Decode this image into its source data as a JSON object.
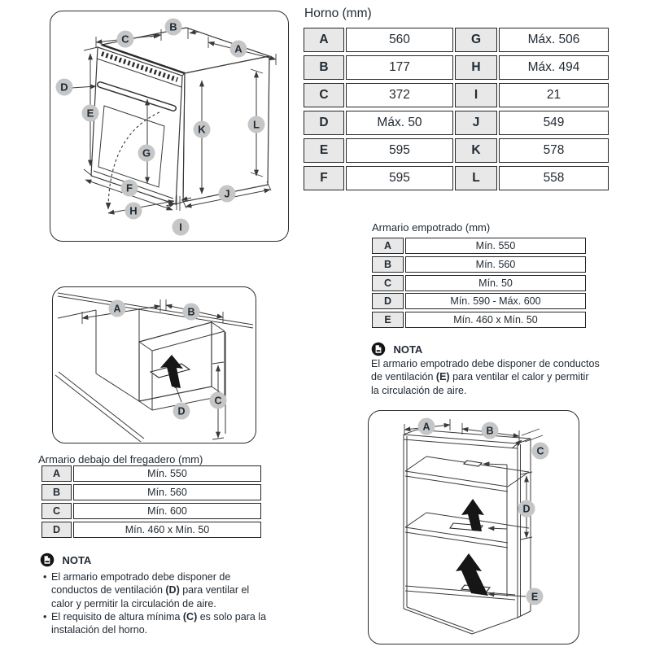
{
  "colors": {
    "text": "#222b33",
    "table_border": "#262626",
    "key_cell_bg": "#e8e8e8",
    "label_circle_bg": "#c6c6c6",
    "diagram_line": "#3a3a3a"
  },
  "horno": {
    "title": "Horno (mm)",
    "rows_left": [
      {
        "k": "A",
        "v": "560"
      },
      {
        "k": "B",
        "v": "177"
      },
      {
        "k": "C",
        "v": "372"
      },
      {
        "k": "D",
        "v": "Máx. 50"
      },
      {
        "k": "E",
        "v": "595"
      },
      {
        "k": "F",
        "v": "595"
      }
    ],
    "rows_right": [
      {
        "k": "G",
        "v": "Máx. 506"
      },
      {
        "k": "H",
        "v": "Máx. 494"
      },
      {
        "k": "I",
        "v": "21"
      },
      {
        "k": "J",
        "v": "549"
      },
      {
        "k": "K",
        "v": "578"
      },
      {
        "k": "L",
        "v": "558"
      }
    ]
  },
  "empotrado": {
    "title": "Armario empotrado (mm)",
    "rows": [
      {
        "k": "A",
        "v": "Mín. 550"
      },
      {
        "k": "B",
        "v": "Mín. 560"
      },
      {
        "k": "C",
        "v": "Mín. 50"
      },
      {
        "k": "D",
        "v": "Mín. 590 - Máx. 600"
      },
      {
        "k": "E",
        "v": "Mín. 460 x Mín. 50"
      }
    ],
    "note": {
      "heading": "NOTA",
      "lines": [
        {
          "t": "El armario empotrado debe disponer de conductos"
        },
        {
          "pre": "de ventilación ",
          "bold": "(E)",
          "post": " para ventilar el calor y permitir"
        },
        {
          "t": "la circulación de aire."
        }
      ]
    }
  },
  "fregadero": {
    "title": "Armario debajo del fregadero (mm)",
    "rows": [
      {
        "k": "A",
        "v": "Mín. 550"
      },
      {
        "k": "B",
        "v": "Mín. 560"
      },
      {
        "k": "C",
        "v": "Mín. 600"
      },
      {
        "k": "D",
        "v": "Mín. 460 x Mín. 50"
      }
    ],
    "note": {
      "heading": "NOTA",
      "bullets": [
        {
          "lines": [
            {
              "t": "El armario empotrado debe disponer de"
            },
            {
              "pre": "conductos de ventilación ",
              "bold": "(D)",
              "post": " para ventilar el"
            },
            {
              "t": "calor y permitir la circulación de aire."
            }
          ]
        },
        {
          "lines": [
            {
              "pre": "El requisito de altura mínima ",
              "bold": "(C)",
              "post": " es solo para la"
            },
            {
              "t": "instalación del horno."
            }
          ]
        }
      ]
    }
  },
  "diagrams": {
    "oven": {
      "labels": {
        "A": "A",
        "B": "B",
        "C": "C",
        "D": "D",
        "E": "E",
        "F": "F",
        "G": "G",
        "H": "H",
        "I": "I",
        "J": "J",
        "K": "K",
        "L": "L"
      }
    },
    "sink": {
      "labels": {
        "A": "A",
        "B": "B",
        "C": "C",
        "D": "D"
      }
    },
    "tall": {
      "labels": {
        "A": "A",
        "B": "B",
        "C": "C",
        "D": "D",
        "E": "E"
      }
    }
  }
}
